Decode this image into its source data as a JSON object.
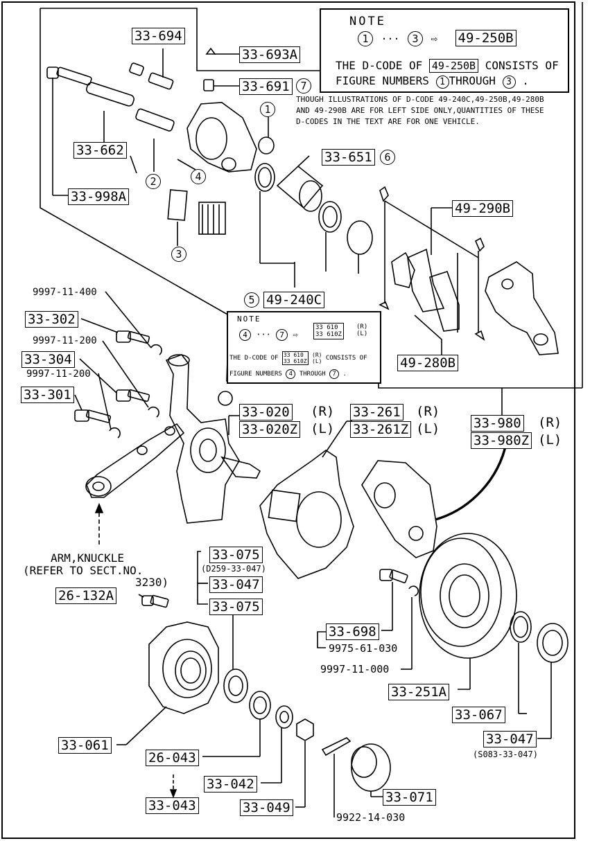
{
  "note1": {
    "title": "NOTE",
    "range_from": "1",
    "range_to": "3",
    "dots": "···",
    "arrow": "⇨",
    "dcode": "49-250B",
    "line1_a": "THE D-CODE OF",
    "line1_b": "49-250B",
    "line1_c": "CONSISTS OF",
    "line2_a": "FIGURE NUMBERS",
    "line2_num1": "1",
    "line2_b": "THROUGH",
    "line2_num2": "3",
    "line2_c": ".",
    "footnote_1": "THOUGH ILLUSTRATIONS OF D-CODE 49-240C,49-250B,49-280B",
    "footnote_2": "AND 49-290B ARE FOR LEFT SIDE ONLY,QUANTITIES OF THESE",
    "footnote_3": "D-CODES IN THE TEXT ARE FOR ONE VEHICLE."
  },
  "note2": {
    "title": "NOTE",
    "range_from": "4",
    "range_to": "7",
    "dots": "···",
    "arrow": "⇨",
    "code_r": "33 610",
    "code_l": "33 610Z",
    "side_r": "(R)",
    "side_l": "(L)",
    "line1_a": "THE D-CODE OF",
    "line1_b": "CONSISTS OF",
    "line2_a": "FIGURE NUMBERS",
    "line2_num1": "4",
    "line2_b": "THROUGH",
    "line2_num2": "7",
    "line2_c": "."
  },
  "parts": {
    "p33_694": "33-694",
    "p33_693A": "33-693A",
    "p33_691": "33-691",
    "p33_691_ref": "7",
    "p33_662": "33-662",
    "p33_998A": "33-998A",
    "p33_651": "33-651",
    "p33_651_ref": "6",
    "p49_290B": "49-290B",
    "p49_240C": "49-240C",
    "p49_240C_ref": "5",
    "p49_280B": "49-280B",
    "p9997_11_400": "9997-11-400",
    "p33_302": "33-302",
    "p9997_11_200a": "9997-11-200",
    "p33_304": "33-304",
    "p9997_11_200b": "9997-11-200",
    "p33_301": "33-301",
    "p33_020": "33-020",
    "p33_020_side": "(R)",
    "p33_020Z": "33-020Z",
    "p33_020Z_side": "(L)",
    "p33_261": "33-261",
    "p33_261_side": "(R)",
    "p33_261Z": "33-261Z",
    "p33_261Z_side": "(L)",
    "p33_980": "33-980",
    "p33_980_side": "(R)",
    "p33_980Z": "33-980Z",
    "p33_980Z_side": "(L)",
    "arm_knuckle_1": "ARM,KNUCKLE",
    "arm_knuckle_2": "(REFER TO SECT.NO.",
    "arm_knuckle_3": "3230)",
    "p33_075a": "33-075",
    "p33_075_note": "(D259-33-047)",
    "p33_047a": "33-047",
    "p33_075b": "33-075",
    "p26_132A": "26-132A",
    "p33_698": "33-698",
    "p9975_61_030": "9975-61-030",
    "p9997_11_000": "9997-11-000",
    "p33_251A": "33-251A",
    "p33_067": "33-067",
    "p33_047b": "33-047",
    "p33_047b_note": "(S083-33-047)",
    "p33_061": "33-061",
    "p26_043": "26-043",
    "p33_043": "33-043",
    "p33_042": "33-042",
    "p33_049": "33-049",
    "p33_071": "33-071",
    "p9922_14_030": "9922-14-030",
    "ref1": "1",
    "ref2": "2",
    "ref3": "3",
    "ref4": "4"
  }
}
